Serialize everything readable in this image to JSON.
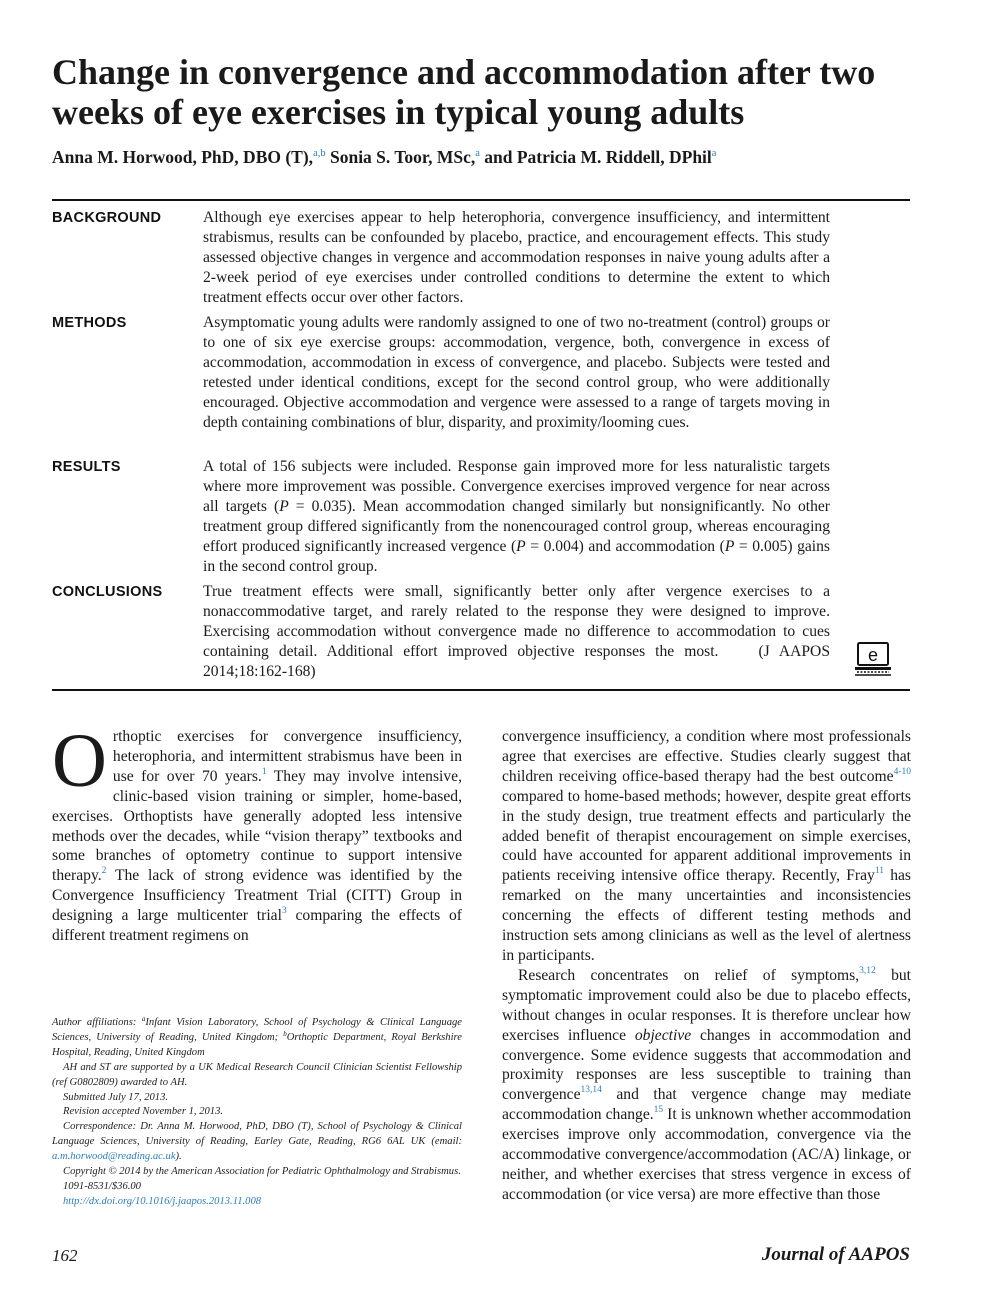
{
  "title": "Change in convergence and accommodation after two weeks of eye exercises in typical young adults",
  "authors": {
    "a1_name": "Anna M. Horwood, PhD, DBO (T),",
    "a1_sup": "a,b",
    "a2_name": " Sonia S. Toor, MSc,",
    "a2_sup": "a",
    "a3_name": " and Patricia M. Riddell, DPhil",
    "a3_sup": "a"
  },
  "abstract": {
    "background_label": "BACKGROUND",
    "background_text": "Although eye exercises appear to help heterophoria, convergence insufficiency, and intermittent strabismus, results can be confounded by placebo, practice, and encouragement effects. This study assessed objective changes in vergence and accommodation responses in naive young adults after a 2-week period of eye exercises under controlled conditions to determine the extent to which treatment effects occur over other factors.",
    "methods_label": "METHODS",
    "methods_text": "Asymptomatic young adults were randomly assigned to one of two no-treatment (control) groups or to one of six eye exercise groups: accommodation, vergence, both, convergence in excess of accommodation, accommodation in excess of convergence, and placebo. Sub­jects were tested and retested under identical conditions, except for the second control group, who were additionally encouraged. Objective accommodation and vergence were assessed to a range of targets moving in depth containing combinations of blur, disparity, and proximity/looming cues.",
    "results_label": "RESULTS",
    "results_text": "A total of 156 subjects were included. Response gain improved more for less naturalistic targets where more improvement was possible. Convergence exercises improved vergence for near across all targets (P = 0.035). Mean accommodation changed similarly but nonsignificantly. No other treatment group differed significantly from the nonencouraged control group, whereas encouraging effort produced significantly increased vergence (P = 0.004) and accommodation (P = 0.005) gains in the second control group.",
    "conclusions_label": "CONCLUSIONS",
    "conclusions_text": "True treatment effects were small, significantly better only after vergence exercises to a nonaccommodative target, and rarely related to the response they were designed to improve. Exercising accommodation without convergence made no difference to accom­modation to cues containing detail. Additional effort improved objective responses the most.",
    "citation": "(J AAPOS 2014;18:162-168)"
  },
  "body": {
    "dropcap": "O",
    "left_p1_a": "rthoptic exercises for convergence insufficiency, heterophoria, and intermittent strabismus have been in use for over 70 years.",
    "ref1": "1",
    "left_p1_b": " They may involve intensive, clinic-based vision training or simpler, home-based, exercises. Orthoptists have generally adopted less intensive methods over the decades, while “vision therapy” textbooks and some branches of optometry continue to sup­port intensive therapy.",
    "ref2": "2",
    "left_p1_c": " The lack of strong evidence was iden­tified by the Convergence Insufficiency Treatment Trial (CITT) Group in designing a large multicenter trial",
    "ref3": "3",
    "left_p1_d": " comparing the effects of different treatment regimens on",
    "right_p1_a": "convergence insufficiency, a condition where most profes­sionals agree that exercises are effective. Studies clearly sug­gest that children receiving office-based therapy had the best outcome",
    "ref4": "4-10",
    "right_p1_b": " compared to home-based methods; however, despite great efforts in the study design, true treatment effects and particularly the added benefit of therapist encour­agement on simple exercises, could have accounted for apparent additional improvements in patients receiving intensive office therapy. Recently, Fray",
    "ref11": "11",
    "right_p1_c": " has remarked on the many uncertainties and inconsistencies concerning the ef­fects of different testing methods and instruction sets among clinicians as well as the level of alertness in participants.",
    "right_p2_a": "Research concentrates on relief of symptoms,",
    "ref312": "3,12",
    "right_p2_b": " but symptomatic improvement could also be due to placebo effects, without changes in ocular responses. It is therefore unclear how exercises influence ",
    "right_p2_em": "objective",
    "right_p2_c": " changes in accommodation and convergence. Some evidence suggests that accommodation and proximity responses are less susceptible to training than convergence",
    "ref1314": "13,14",
    "right_p2_d": " and that vergence change may mediate accommodation change.",
    "ref15": "15",
    "right_p2_e": " It is unknown whether accommodation exercises improve only accommodation, convergence via the accommodative convergence/accommodation (AC/A) linkage, or neither, and whether exercises that stress vergence in excess of ac­commodation (or vice versa) are more effective than those"
  },
  "affiliations": {
    "line1_a": "Author affiliations: ",
    "sup_a": "a",
    "line1_b": "Infant Vision Laboratory, School of Psychology & Clinical Language Sciences, University of Reading, United Kingdom; ",
    "sup_b": "b",
    "line1_c": "Orthoptic Department, Royal Berkshire Hospital, Reading, United Kingdom",
    "support": "AH and ST are supported by a UK Medical Research Council Clinician Scientist Fellowship (ref G0802809) awarded to AH.",
    "submitted": "Submitted July 17, 2013.",
    "revision": "Revision accepted November 1, 2013.",
    "correspondence": "Correspondence: Dr. Anna M. Horwood, PhD, DBO (T), School of Psychology & Clinical Language Sciences, University of Reading, Earley Gate, Reading, RG6 6AL UK (email: ",
    "email": "a.m.horwood@reading.ac.uk",
    "correspondence_end": ").",
    "copyright": "Copyright © 2014 by the American Association for Pediatric Ophthalmology and Strabismus.",
    "issn": "1091-8531/$36.00",
    "doi": "http://dx.doi.org/10.1016/j.jaapos.2013.11.008"
  },
  "footer": {
    "page_number": "162",
    "journal": "Journal of AAPOS"
  },
  "icons": {
    "ebadge": "e-computer-icon"
  },
  "colors": {
    "link": "#2b7fbf",
    "text": "#1a1a1a"
  }
}
